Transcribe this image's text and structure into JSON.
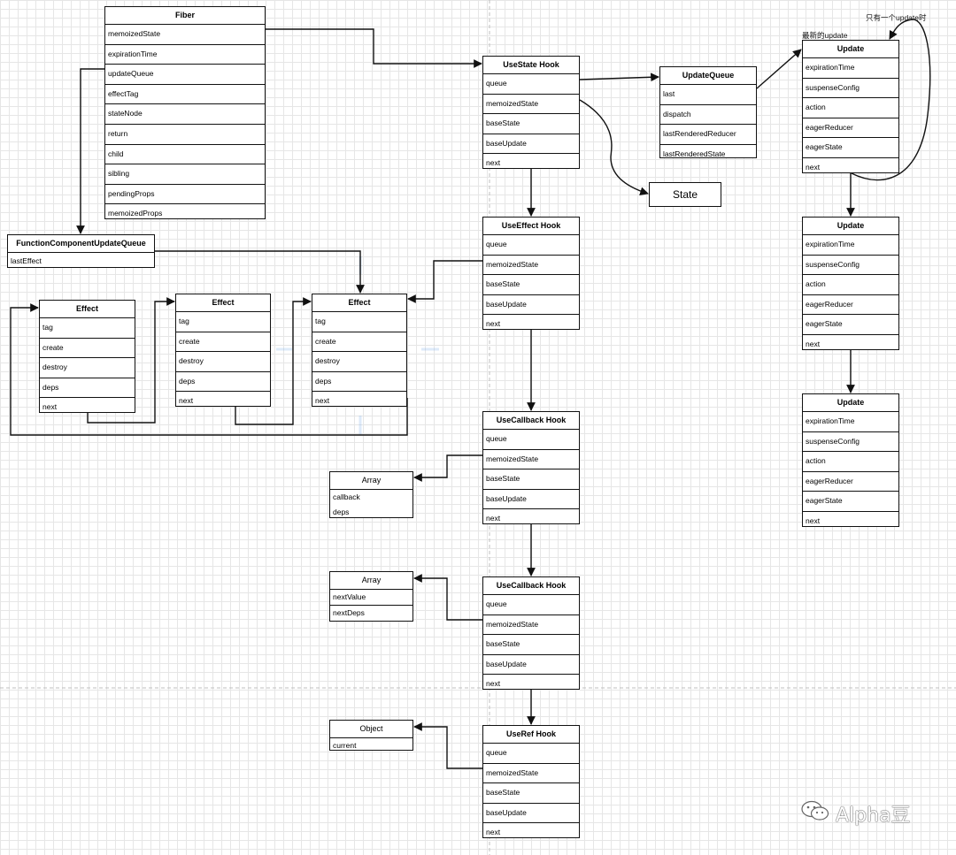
{
  "fiber": {
    "title": "Fiber",
    "rows": [
      "memoizedState",
      "expirationTime",
      "updateQueue",
      "effectTag",
      "stateNode",
      "return",
      "child",
      "sibling",
      "pendingProps",
      "memoizedProps"
    ]
  },
  "function_component_update_queue": {
    "title": "FunctionComponentUpdateQueue",
    "rows": [
      "lastEffect"
    ]
  },
  "effects": [
    {
      "title": "Effect",
      "rows": [
        "tag",
        "create",
        "destroy",
        "deps",
        "next"
      ]
    },
    {
      "title": "Effect",
      "rows": [
        "tag",
        "create",
        "destroy",
        "deps",
        "next"
      ]
    },
    {
      "title": "Effect",
      "rows": [
        "tag",
        "create",
        "destroy",
        "deps",
        "next"
      ]
    }
  ],
  "use_state_hook": {
    "title": "UseState Hook",
    "rows": [
      "queue",
      "memoizedState",
      "baseState",
      "baseUpdate",
      "next"
    ]
  },
  "use_effect_hook": {
    "title": "UseEffect Hook",
    "rows": [
      "queue",
      "memoizedState",
      "baseState",
      "baseUpdate",
      "next"
    ]
  },
  "use_callback_hook_1": {
    "title": "UseCallback Hook",
    "rows": [
      "queue",
      "memoizedState",
      "baseState",
      "baseUpdate",
      "next"
    ]
  },
  "use_callback_hook_2": {
    "title": "UseCallback Hook",
    "rows": [
      "queue",
      "memoizedState",
      "baseState",
      "baseUpdate",
      "next"
    ]
  },
  "use_ref_hook": {
    "title": "UseRef Hook",
    "rows": [
      "queue",
      "memoizedState",
      "baseState",
      "baseUpdate",
      "next"
    ]
  },
  "update_queue": {
    "title": "UpdateQueue",
    "rows": [
      "last",
      "dispatch",
      "lastRenderedReducer",
      "lastRenderedState"
    ]
  },
  "updates": [
    {
      "title": "Update",
      "rows": [
        "expirationTime",
        "suspenseConfig",
        "action",
        "eagerReducer",
        "eagerState",
        "next"
      ]
    },
    {
      "title": "Update",
      "rows": [
        "expirationTime",
        "suspenseConfig",
        "action",
        "eagerReducer",
        "eagerState",
        "next"
      ]
    },
    {
      "title": "Update",
      "rows": [
        "expirationTime",
        "suspenseConfig",
        "action",
        "eagerReducer",
        "eagerState",
        "next"
      ]
    }
  ],
  "state_box": {
    "label": "State"
  },
  "array_callback": {
    "title": "Array",
    "rows": [
      "callback",
      "deps"
    ]
  },
  "array_next": {
    "title": "Array",
    "rows": [
      "nextValue",
      "nextDeps"
    ]
  },
  "object_ref": {
    "title": "Object",
    "rows": [
      "current"
    ]
  },
  "annotations": {
    "only_one_update": "只有一个update时",
    "latest_update": "最新的update"
  },
  "watermark": {
    "text": "Alpha豆"
  },
  "colors": {
    "line": "#111111",
    "grid": "#e6e6e6",
    "guide": "#bfbfbf",
    "background": "#ffffff"
  }
}
